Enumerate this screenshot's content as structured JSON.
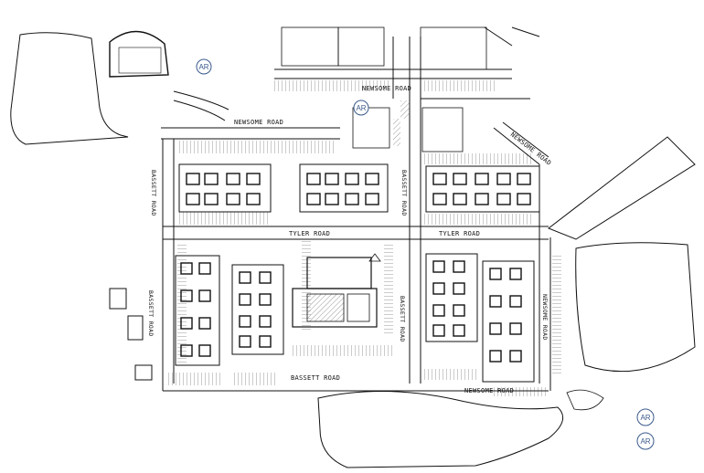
{
  "roads": {
    "newsome_road_top": "NEWSOME ROAD",
    "newsome_road_upper": "NEWSOME ROAD",
    "newsome_road_diag": "NEWSOME ROAD",
    "newsome_road_bottom": "NEWSOME ROAD",
    "newsome_road_right_vertical": "NEWSOME ROAD",
    "tyler_road_left": "TYLER ROAD",
    "tyler_road_right": "TYLER ROAD",
    "bassett_road_upper": "BASSETT ROAD",
    "bassett_road_lower": "BASSETT ROAD",
    "bassett_road_center": "BASSETT ROAD",
    "bassett_road_right": "BASSETT ROAD",
    "bassett_road_mid": "BASSETT ROAD"
  },
  "markers": {
    "ar_1": "AR",
    "ar_2": "AR",
    "ar_3": "AR",
    "ar_4": "AR"
  },
  "colors": {
    "linework": "#111111",
    "marker": "#3a5a8c",
    "hatch": "#555555"
  }
}
